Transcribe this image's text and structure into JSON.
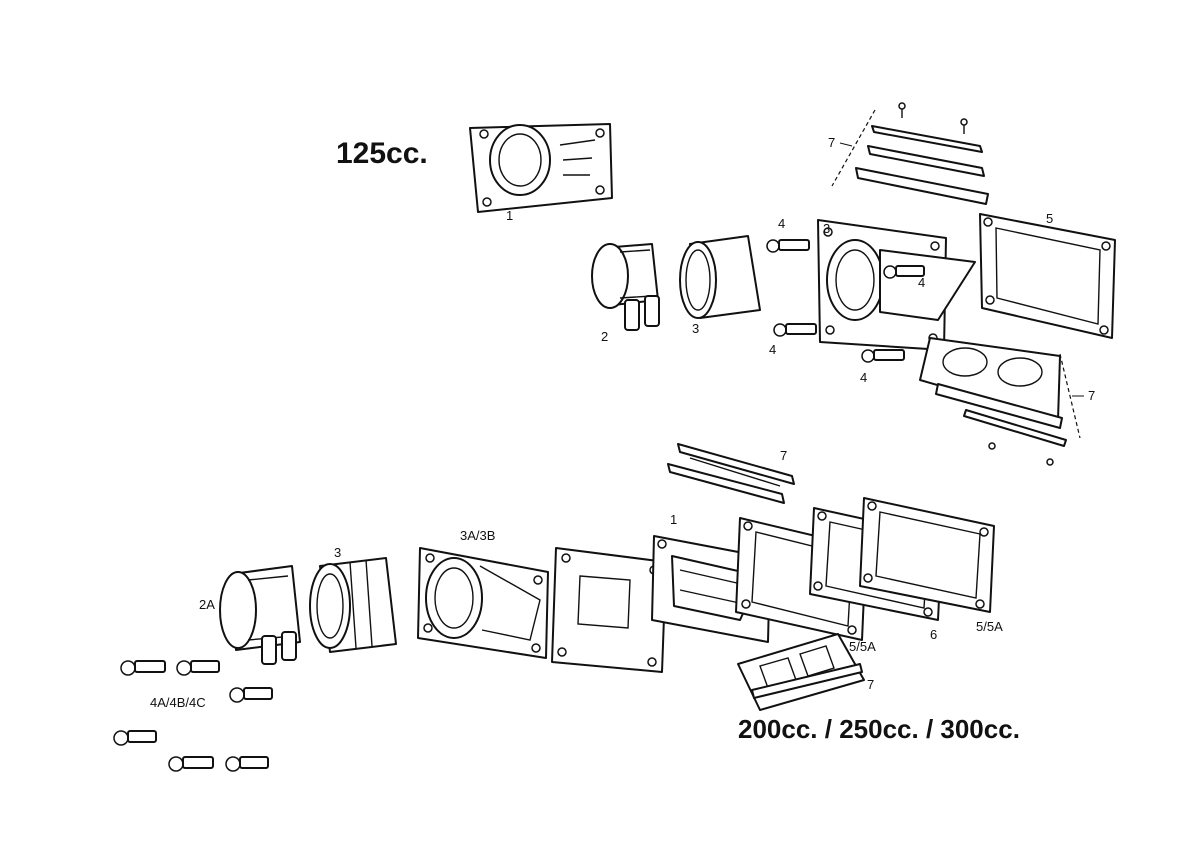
{
  "titles": {
    "small_engine": "125cc.",
    "large_engines": "200cc. / 250cc. / 300cc."
  },
  "labels": {
    "p1_top": "1",
    "p2_top": "2",
    "p3_top": "3",
    "p3_top_flange": "3",
    "p4_top_a": "4",
    "p4_top_b": "4",
    "p4_top_c": "4",
    "p4_top_d": "4",
    "p5_top": "5",
    "p7_top_a": "7",
    "p7_top_b": "7",
    "p7_mid": "7",
    "p1_bottom": "1",
    "p2a": "2A",
    "p3_bottom": "3",
    "p3a3b": "3A/3B",
    "p4abc": "4A/4B/4C",
    "p55a_a": "5/5A",
    "p55a_b": "5/5A",
    "p6": "6",
    "p7_bottom": "7"
  }
}
